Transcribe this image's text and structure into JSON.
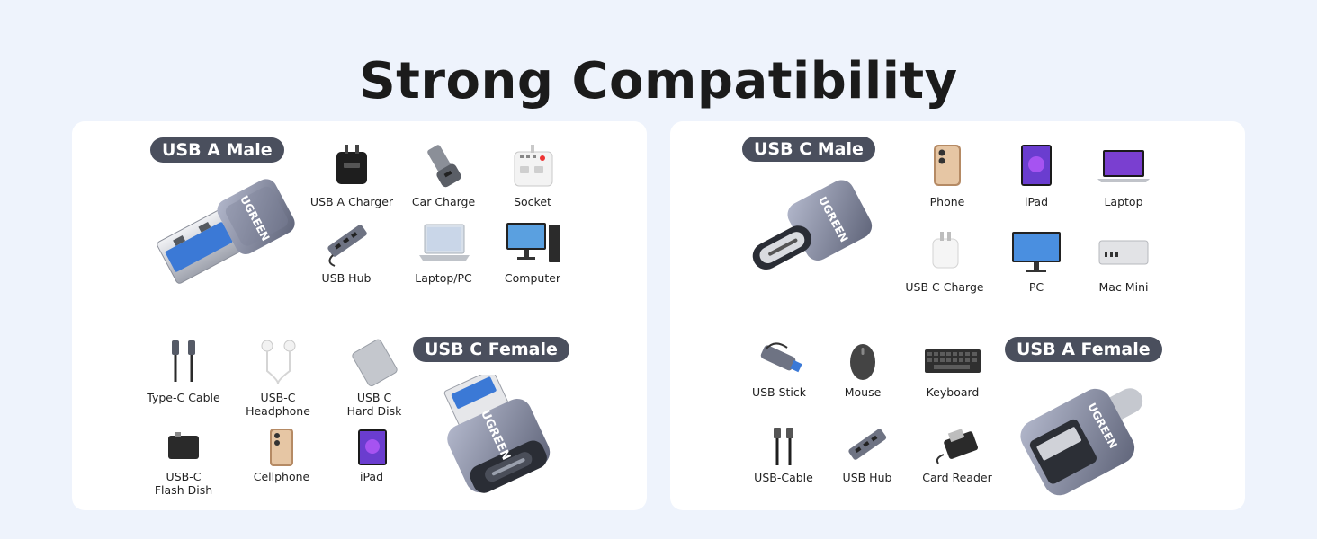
{
  "title": "Strong Compatibility",
  "brand": "UGREEN",
  "colors": {
    "page_bg": "#eef3fc",
    "panel_bg": "#ffffff",
    "badge_bg": "#4a4f5d",
    "badge_text": "#ffffff",
    "adapter_shell": "#8a90a8",
    "usb_a_tongue": "#3b79d6"
  },
  "left_panel": {
    "usb_a_male": {
      "badge": "USB A Male",
      "devices": [
        {
          "label": "USB A Charger",
          "icon": "charger-icon"
        },
        {
          "label": "Car Charge",
          "icon": "car-charger-icon"
        },
        {
          "label": "Socket",
          "icon": "power-strip-icon"
        },
        {
          "label": "USB Hub",
          "icon": "usb-hub-icon"
        },
        {
          "label": "Laptop/PC",
          "icon": "laptop-icon"
        },
        {
          "label": "Computer",
          "icon": "desktop-computer-icon"
        }
      ]
    },
    "usb_c_female": {
      "badge": "USB C Female",
      "devices": [
        {
          "label": "Type-C Cable",
          "icon": "usb-c-cable-icon"
        },
        {
          "label": "USB-C\nHeadphone",
          "icon": "earphones-icon"
        },
        {
          "label": "USB C\nHard Disk",
          "icon": "hard-disk-icon"
        },
        {
          "label": "USB-C\nFlash Dish",
          "icon": "flash-drive-icon"
        },
        {
          "label": "Cellphone",
          "icon": "phone-icon"
        },
        {
          "label": "iPad",
          "icon": "tablet-icon"
        }
      ]
    }
  },
  "right_panel": {
    "usb_c_male": {
      "badge": "USB C Male",
      "devices": [
        {
          "label": "Phone",
          "icon": "phone-icon"
        },
        {
          "label": "iPad",
          "icon": "tablet-icon"
        },
        {
          "label": "Laptop",
          "icon": "laptop-icon"
        },
        {
          "label": "USB C Charge",
          "icon": "charger-icon"
        },
        {
          "label": "PC",
          "icon": "monitor-icon"
        },
        {
          "label": "Mac Mini",
          "icon": "mac-mini-icon"
        }
      ]
    },
    "usb_a_female": {
      "badge": "USB A Female",
      "devices": [
        {
          "label": "USB Stick",
          "icon": "usb-stick-icon"
        },
        {
          "label": "Mouse",
          "icon": "mouse-icon"
        },
        {
          "label": "Keyboard",
          "icon": "keyboard-icon"
        },
        {
          "label": "USB-Cable",
          "icon": "usb-cable-icon"
        },
        {
          "label": "USB Hub",
          "icon": "usb-hub-icon"
        },
        {
          "label": "Card Reader",
          "icon": "card-reader-icon"
        }
      ]
    }
  }
}
